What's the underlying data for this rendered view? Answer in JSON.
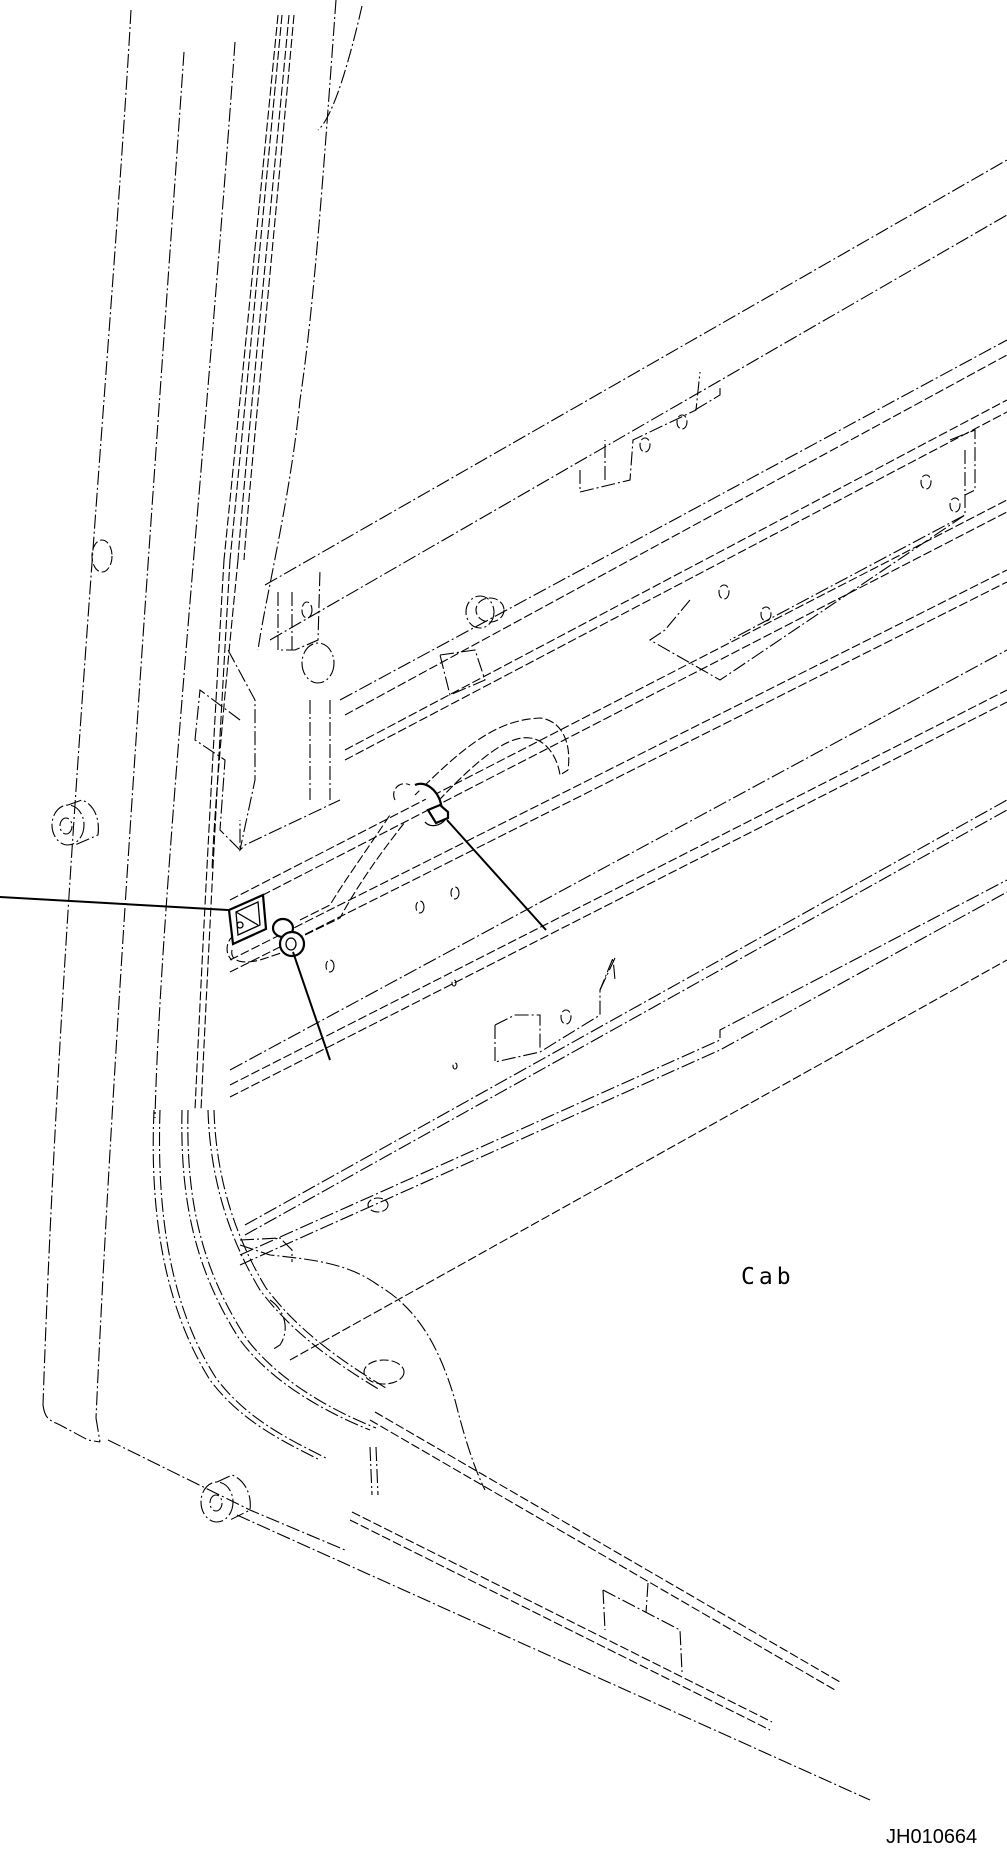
{
  "diagram": {
    "type": "technical-parts-installation-drawing",
    "subject_label": "Cab",
    "figure_id": "JH010664",
    "line_style": "phantom (dash-dot) outlines for cab structure, solid for installed parts",
    "colors": {
      "background": "#ffffff",
      "ink": "#000000"
    },
    "parts": [
      {
        "name": "clip-plate",
        "description": "square cable tie mount plate on door pillar",
        "leader": "left-horizontal"
      },
      {
        "name": "hose-clamp-lower",
        "description": "small hose clamp at lower hose end",
        "leader": "down-right-short"
      },
      {
        "name": "hose-clamp-upper",
        "description": "hose clamp on hose near pillar",
        "leader": "down-right-long"
      }
    ],
    "structures": [
      "door pillar (A-post)",
      "rear pillar vertical rails",
      "horizontal frame rails",
      "mounting brackets with holes",
      "rubber bumper stoppers",
      "floor sill",
      "hose routing"
    ]
  }
}
